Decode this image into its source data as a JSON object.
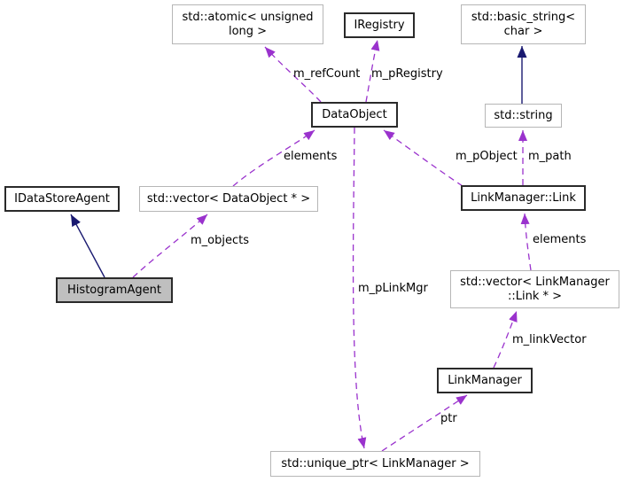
{
  "diagram": {
    "title": "HistogramAgent collaboration graph",
    "kind": "doxygen-collaboration-graph",
    "colors": {
      "background": "#ffffff",
      "inheritance_edge": "#191970",
      "usage_edge": "#9a32cd",
      "node_border_strong": "#2a2a2a",
      "node_border_light": "#b6b6b6",
      "node_fill": "#ffffff",
      "current_node_fill": "#bfbfbf",
      "text": "#000000"
    },
    "nodes": {
      "atomic": {
        "label": "std::atomic< unsigned long >",
        "lines": [
          "std::atomic< unsigned",
          "long >"
        ]
      },
      "iregistry": {
        "label": "IRegistry",
        "lines": [
          "IRegistry"
        ]
      },
      "basic_string": {
        "label": "std::basic_string< char >",
        "lines": [
          "std::basic_string<",
          "char >"
        ]
      },
      "dataobject": {
        "label": "DataObject",
        "lines": [
          "DataObject"
        ]
      },
      "stdstring": {
        "label": "std::string",
        "lines": [
          "std::string"
        ]
      },
      "idatastore": {
        "label": "IDataStoreAgent",
        "lines": [
          "IDataStoreAgent"
        ]
      },
      "vector_do": {
        "label": "std::vector< DataObject * >",
        "lines": [
          "std::vector< DataObject * >"
        ]
      },
      "lm_link": {
        "label": "LinkManager::Link",
        "lines": [
          "LinkManager::Link"
        ]
      },
      "histogram": {
        "label": "HistogramAgent",
        "lines": [
          "HistogramAgent"
        ]
      },
      "vector_lml": {
        "label": "std::vector< LinkManager ::Link * >",
        "lines": [
          "std::vector< LinkManager",
          "::Link * >"
        ]
      },
      "linkmanager": {
        "label": "LinkManager",
        "lines": [
          "LinkManager"
        ]
      },
      "uniqueptr": {
        "label": "std::unique_ptr< LinkManager >",
        "lines": [
          "std::unique_ptr< LinkManager >"
        ]
      }
    },
    "edge_labels": {
      "m_refCount": "m_refCount",
      "m_pRegistry": "m_pRegistry",
      "elements_left": "elements",
      "m_pObject": "m_pObject",
      "m_path": "m_path",
      "m_objects": "m_objects",
      "elements_right": "elements",
      "m_pLinkMgr": "m_pLinkMgr",
      "m_linkVector": "m_linkVector",
      "ptr": "ptr"
    },
    "edges": [
      {
        "from": "DataObject",
        "to": "std::atomic< unsigned long >",
        "label": "m_refCount",
        "type": "usage-dashed"
      },
      {
        "from": "DataObject",
        "to": "IRegistry",
        "label": "m_pRegistry",
        "type": "usage-dashed"
      },
      {
        "from": "std::vector< DataObject * >",
        "to": "DataObject",
        "label": "elements",
        "type": "usage-dashed"
      },
      {
        "from": "LinkManager::Link",
        "to": "DataObject",
        "label": "m_pObject",
        "type": "usage-dashed"
      },
      {
        "from": "LinkManager::Link",
        "to": "std::string",
        "label": "m_path",
        "type": "usage-dashed"
      },
      {
        "from": "std::string",
        "to": "std::basic_string< char >",
        "label": "",
        "type": "inheritance-solid"
      },
      {
        "from": "HistogramAgent",
        "to": "IDataStoreAgent",
        "label": "",
        "type": "inheritance-solid"
      },
      {
        "from": "HistogramAgent",
        "to": "std::vector< DataObject * >",
        "label": "m_objects",
        "type": "usage-dashed"
      },
      {
        "from": "DataObject",
        "to": "std::unique_ptr< LinkManager >",
        "label": "m_pLinkMgr",
        "type": "usage-dashed"
      },
      {
        "from": "std::vector< LinkManager ::Link * >",
        "to": "LinkManager::Link",
        "label": "elements",
        "type": "usage-dashed"
      },
      {
        "from": "LinkManager",
        "to": "std::vector< LinkManager ::Link * >",
        "label": "m_linkVector",
        "type": "usage-dashed"
      },
      {
        "from": "std::unique_ptr< LinkManager >",
        "to": "LinkManager",
        "label": "ptr",
        "type": "usage-dashed"
      }
    ]
  }
}
